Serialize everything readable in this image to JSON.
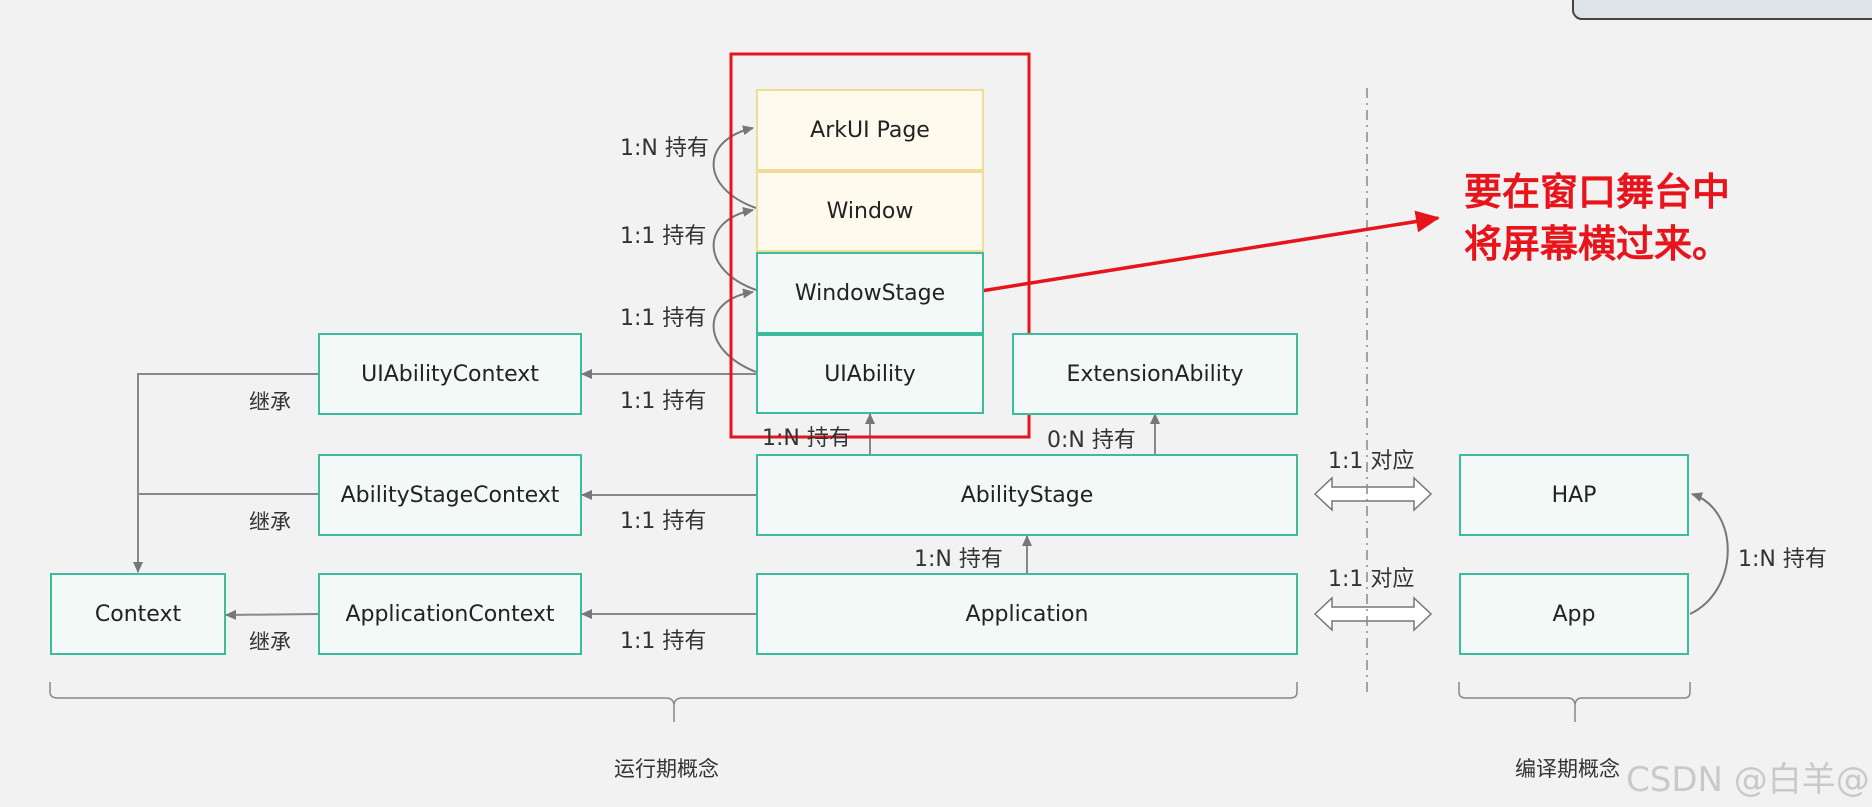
{
  "boxes": {
    "arkui_page": "ArkUI Page",
    "window": "Window",
    "window_stage": "WindowStage",
    "ui_ability": "UIAbility",
    "extension_ability": "ExtensionAbility",
    "ui_ability_context": "UIAbilityContext",
    "ability_stage_context": "AbilityStageContext",
    "application_context": "ApplicationContext",
    "context": "Context",
    "ability_stage": "AbilityStage",
    "application": "Application",
    "hap": "HAP",
    "app": "App"
  },
  "relations": {
    "arkui_page_window": "1:N 持有",
    "window_windowstage": "1:1 持有",
    "windowstage_uiability": "1:1 持有",
    "uiability_context": "1:1 持有",
    "abilitystage_uiability": "1:N 持有",
    "abilitystage_extension": "0:N 持有",
    "abilitystage_context": "1:1 持有",
    "application_abilitystage": "1:N 持有",
    "application_context": "1:1 持有",
    "inherit_1": "继承",
    "inherit_2": "继承",
    "inherit_3": "继承",
    "map_abilitystage_hap": "1:1 对应",
    "map_application_app": "1:1 对应",
    "app_hap": "1:N 持有"
  },
  "groups": {
    "runtime": "运行期概念",
    "compile": "编译期概念"
  },
  "annotation": {
    "line1": "要在窗口舞台中",
    "line2": "将屏幕横过来。"
  },
  "watermark": "CSDN @白羊@",
  "colors": {
    "box_border": "#3dbb9e",
    "box_fill": "#f3f9f6",
    "page_box_fill": "#fefaee",
    "page_box_border": "#f0dc96",
    "annotation": "#e8141b",
    "connector": "#777777"
  }
}
